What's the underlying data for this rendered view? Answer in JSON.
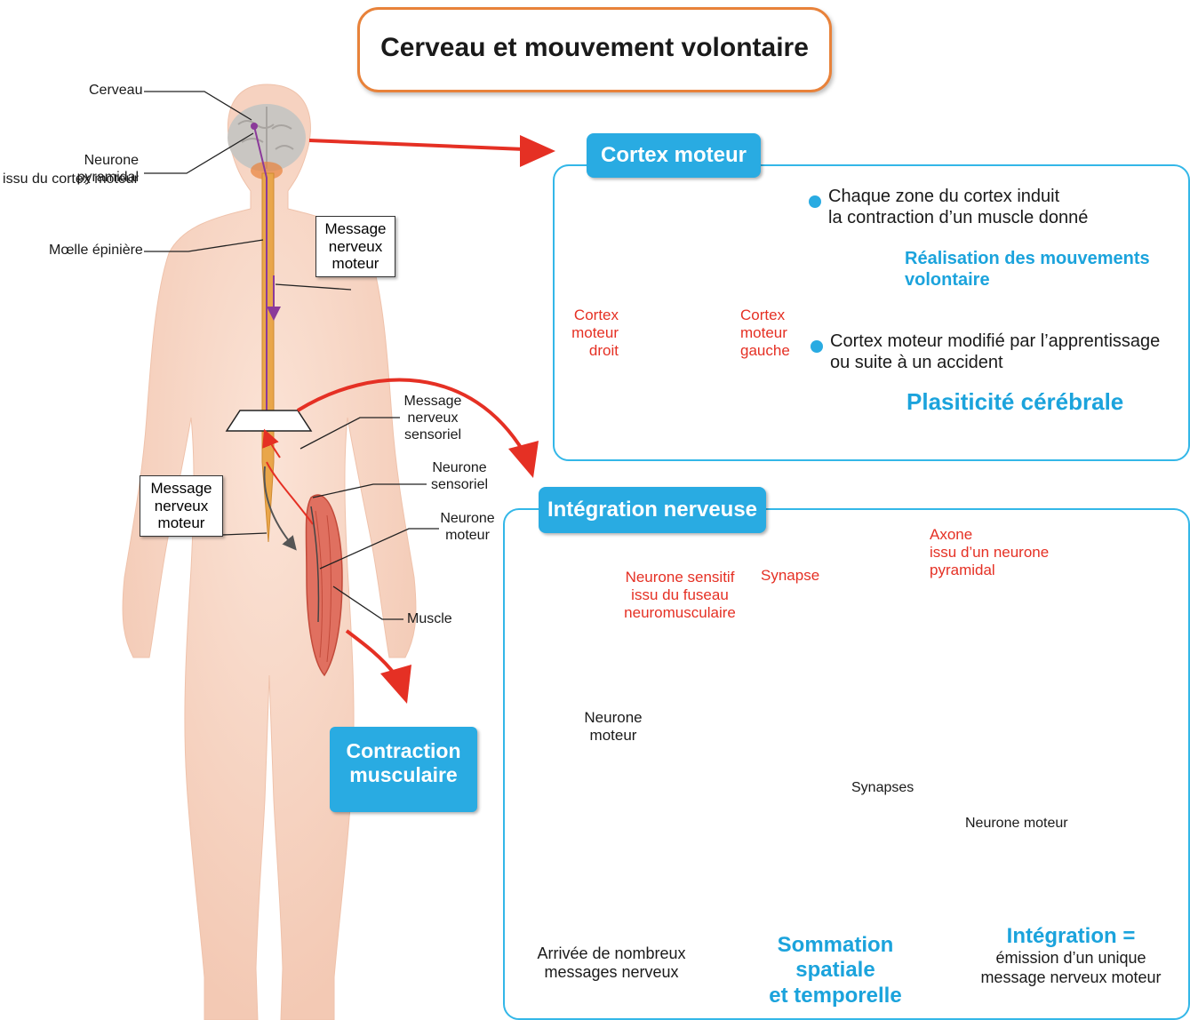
{
  "title": "Cerveau et mouvement volontaire",
  "body_labels": {
    "cerveau": "Cerveau",
    "neurone_pyramidal": "Neurone pyramidal",
    "issu_cortex": "issu du cortex moteur",
    "moelle": "Mœlle épinière",
    "msg_moteur_top_1": "Message",
    "msg_moteur_top_2": "nerveux",
    "msg_moteur_top_3": "moteur",
    "msg_sensoriel_1": "Message",
    "msg_sensoriel_2": "nerveux",
    "msg_sensoriel_3": "sensoriel",
    "neurone_sensoriel_1": "Neurone",
    "neurone_sensoriel_2": "sensoriel",
    "neurone_moteur_1": "Neurone",
    "neurone_moteur_2": "moteur",
    "msg_moteur_left_1": "Message",
    "msg_moteur_left_2": "nerveux",
    "msg_moteur_left_3": "moteur",
    "muscle": "Muscle"
  },
  "contraction": {
    "line1": "Contraction",
    "line2": "musculaire"
  },
  "cortex_panel": {
    "tab": "Cortex moteur",
    "left_label": [
      "Cortex",
      "moteur",
      "droit"
    ],
    "right_label": [
      "Cortex",
      "moteur",
      "gauche"
    ],
    "point1_line1": "Chaque zone du cortex induit",
    "point1_line2": "la contraction d’un muscle donné",
    "result1_line1": "Réalisation des mouvements",
    "result1_line2": "volontaire",
    "point2_line1": "Cortex moteur modifié par l’apprentissage",
    "point2_line2": "ou suite à un accident",
    "result2": "Plasiticité cérébrale"
  },
  "integration_panel": {
    "tab": "Intégration nerveuse",
    "axone": [
      "Axone",
      "issu d’un neurone",
      "pyramidal"
    ],
    "synapse": "Synapse",
    "neurone_sensitif": [
      "Neurone sensitif",
      "issu du fuseau",
      "neuromusculaire"
    ],
    "neurone_moteur": [
      "Neurone",
      "moteur"
    ],
    "synapses": "Synapses",
    "neurone_moteur_zoom": "Neurone moteur",
    "arrivee": [
      "Arrivée de nombreux",
      "messages nerveux"
    ],
    "sommation": [
      "Sommation spatiale",
      "et temporelle"
    ],
    "integration_title": "Intégration =",
    "integration_text": [
      "émission d’un unique",
      "message nerveux moteur"
    ]
  },
  "colors": {
    "accent_blue": "#29abe2",
    "title_border": "#e8823a",
    "red": "#e53024",
    "purple": "#8b3a9a"
  }
}
